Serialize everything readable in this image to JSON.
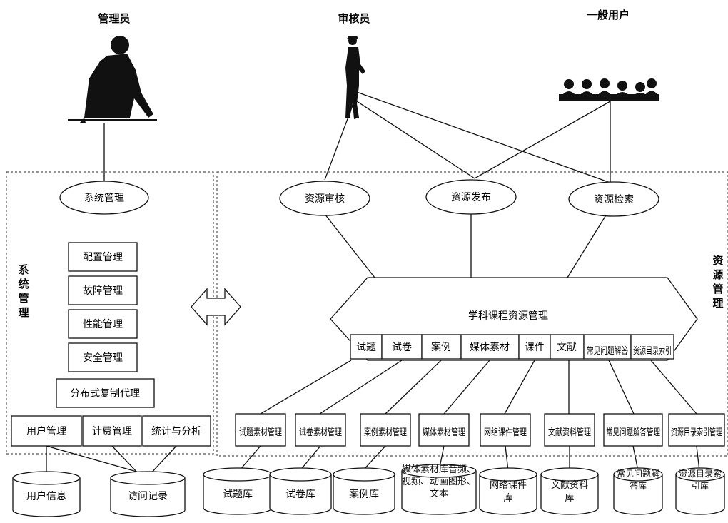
{
  "roles": {
    "admin": "管理员",
    "reviewer": "审核员",
    "user": "一般用户"
  },
  "left_panel": {
    "title": "系统管理",
    "side_label": [
      "系",
      "统",
      "管",
      "理"
    ],
    "modules": [
      "配置管理",
      "故障管理",
      "性能管理",
      "安全管理"
    ],
    "replication": "分布式复制代理",
    "bottom": [
      "用户管理",
      "计费管理",
      "统计与分析"
    ]
  },
  "right_panel": {
    "side_label": [
      "资",
      "源",
      "管",
      "理"
    ],
    "functions": [
      "资源审核",
      "资源发布",
      "资源检索"
    ],
    "core_title": "学科课程资源管理",
    "core_cells": [
      "试题",
      "试卷",
      "案例",
      "媒体素材",
      "课件",
      "文献",
      "常见问题解答",
      "资源目录索引"
    ],
    "managers": [
      "试题素材管理",
      "试卷素材管理",
      "案例素材管理",
      "媒体素材管理",
      "网络课件管理",
      "文献资料管理",
      "常见问题解答管理",
      "资源目录索引管理"
    ]
  },
  "databases": {
    "user_info": "用户信息",
    "access_log": "访问记录",
    "stores": [
      "试题库",
      "试卷库",
      "案例库",
      "媒体素材库音频、视频、动画图形、文本",
      "网络课件库",
      "文献资料库",
      "常见问题解答库",
      "资源目录索引库"
    ]
  }
}
